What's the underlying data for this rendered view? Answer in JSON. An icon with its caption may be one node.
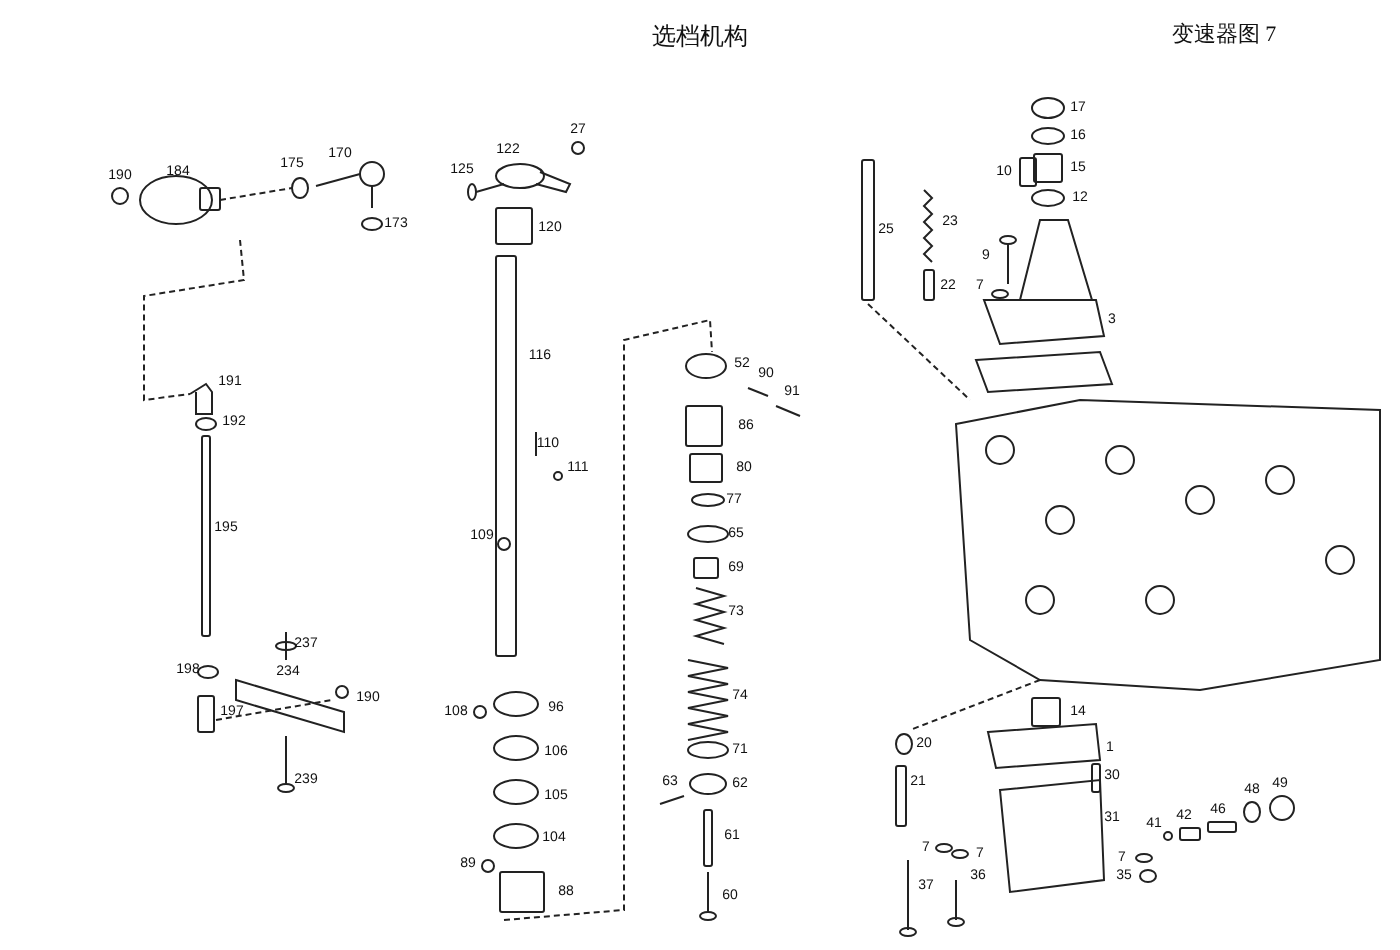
{
  "diagram": {
    "title": "选档机构",
    "labels": [
      "变速器图 7",
      "190",
      "184",
      "175",
      "170",
      "173",
      "125",
      "122",
      "27",
      "120",
      "191",
      "192",
      "116",
      "110",
      "111",
      "195",
      "109",
      "237",
      "234",
      "198",
      "190",
      "197",
      "239",
      "108",
      "96",
      "106",
      "105",
      "104",
      "89",
      "88",
      "52",
      "90",
      "91",
      "86",
      "80",
      "77",
      "65",
      "69",
      "73",
      "74",
      "71",
      "62",
      "63",
      "61",
      "60",
      "17",
      "16",
      "15",
      "10",
      "12",
      "25",
      "23",
      "9",
      "22",
      "7",
      "3",
      "14",
      "20",
      "1",
      "21",
      "30",
      "31",
      "41",
      "42",
      "46",
      "48",
      "49",
      "7",
      "7",
      "7",
      "36",
      "35",
      "37"
    ]
  }
}
